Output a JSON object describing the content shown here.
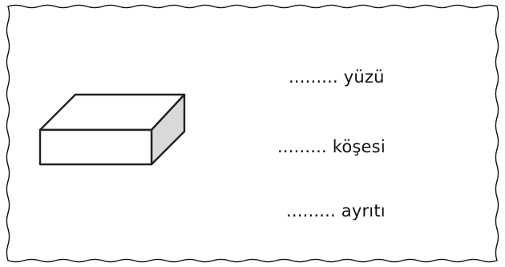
{
  "worksheet": {
    "items": [
      {
        "label": "......... yüzü"
      },
      {
        "label": "......... köşesi"
      },
      {
        "label": "......... ayrıtı"
      }
    ],
    "shape_icon": "rectangular-prism-icon",
    "colors": {
      "border": "#111111",
      "shape_stroke": "#222222",
      "shape_side_fill": "#d9d9d9",
      "background": "#ffffff"
    }
  }
}
